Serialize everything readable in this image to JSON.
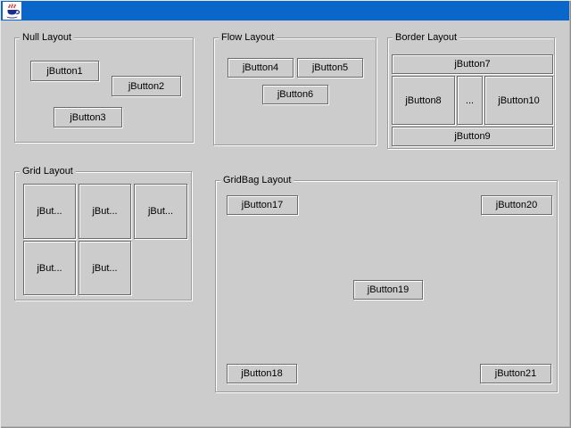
{
  "window": {
    "titlebar": {
      "icon": "java-cup-icon",
      "color": "#0a66c8"
    }
  },
  "colors": {
    "background": "#cccccc",
    "button_face": "#cccccc",
    "border_dark": "#6b6b6b",
    "etched_gray": "#9b9b9b",
    "highlight": "#ffffff",
    "titlebar_blue": "#0a66c8",
    "icon_cup_blue": "#1a2e8c",
    "icon_steam_red": "#cc0000"
  },
  "panels": {
    "null_layout": {
      "title": "Null Layout",
      "buttons": [
        "jButton1",
        "jButton2",
        "jButton3"
      ]
    },
    "flow_layout": {
      "title": "Flow Layout",
      "buttons": [
        "jButton4",
        "jButton5",
        "jButton6"
      ]
    },
    "border_layout": {
      "title": "Border Layout",
      "buttons": [
        "jButton7",
        "jButton8",
        "...",
        "jButton10",
        "jButton9"
      ]
    },
    "grid_layout": {
      "title": "Grid Layout",
      "buttons": [
        "jBut...",
        "jBut...",
        "jBut...",
        "jBut...",
        "jBut..."
      ]
    },
    "gridbag_layout": {
      "title": "GridBag Layout",
      "buttons": [
        "jButton17",
        "jButton20",
        "jButton19",
        "jButton18",
        "jButton21"
      ]
    }
  }
}
